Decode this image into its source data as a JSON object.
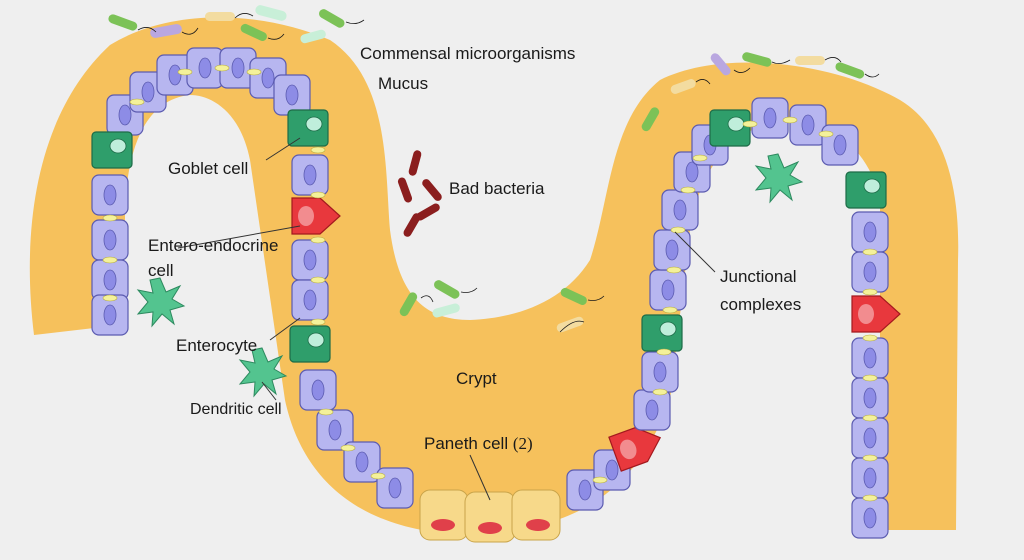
{
  "labels": {
    "commensal": "Commensal microorganisms",
    "mucus": "Mucus",
    "goblet": "Goblet cell",
    "bad_bacteria": "Bad bacteria",
    "entero_line1": "Entero-endocrine",
    "entero_line2": "cell",
    "enterocyte": "Enterocyte",
    "dendritic": "Dendritic cell",
    "junctional_line1": "Junctional",
    "junctional_line2": "complexes",
    "crypt": "Crypt",
    "paneth": "Paneth cell",
    "paneth_count": "(2)"
  },
  "colors": {
    "background": "#efefef",
    "mucus": "#f6c15c",
    "enterocyte_fill": "#b7b6f0",
    "enterocyte_stroke": "#5b5bb0",
    "nucleus": "#8d8ce6",
    "junction": "#f4f19a",
    "goblet": "#2f9e6b",
    "entero_endocrine": "#e8383d",
    "dendritic": "#53c48f",
    "paneth": "#f7d98a",
    "paneth_granule": "#e0404a",
    "bad_bacteria": "#8b1e1e",
    "commensal_green": "#7cc257",
    "commensal_purple": "#b9a7e0",
    "commensal_cream": "#f3dca0",
    "commensal_mint": "#c8efd8"
  }
}
